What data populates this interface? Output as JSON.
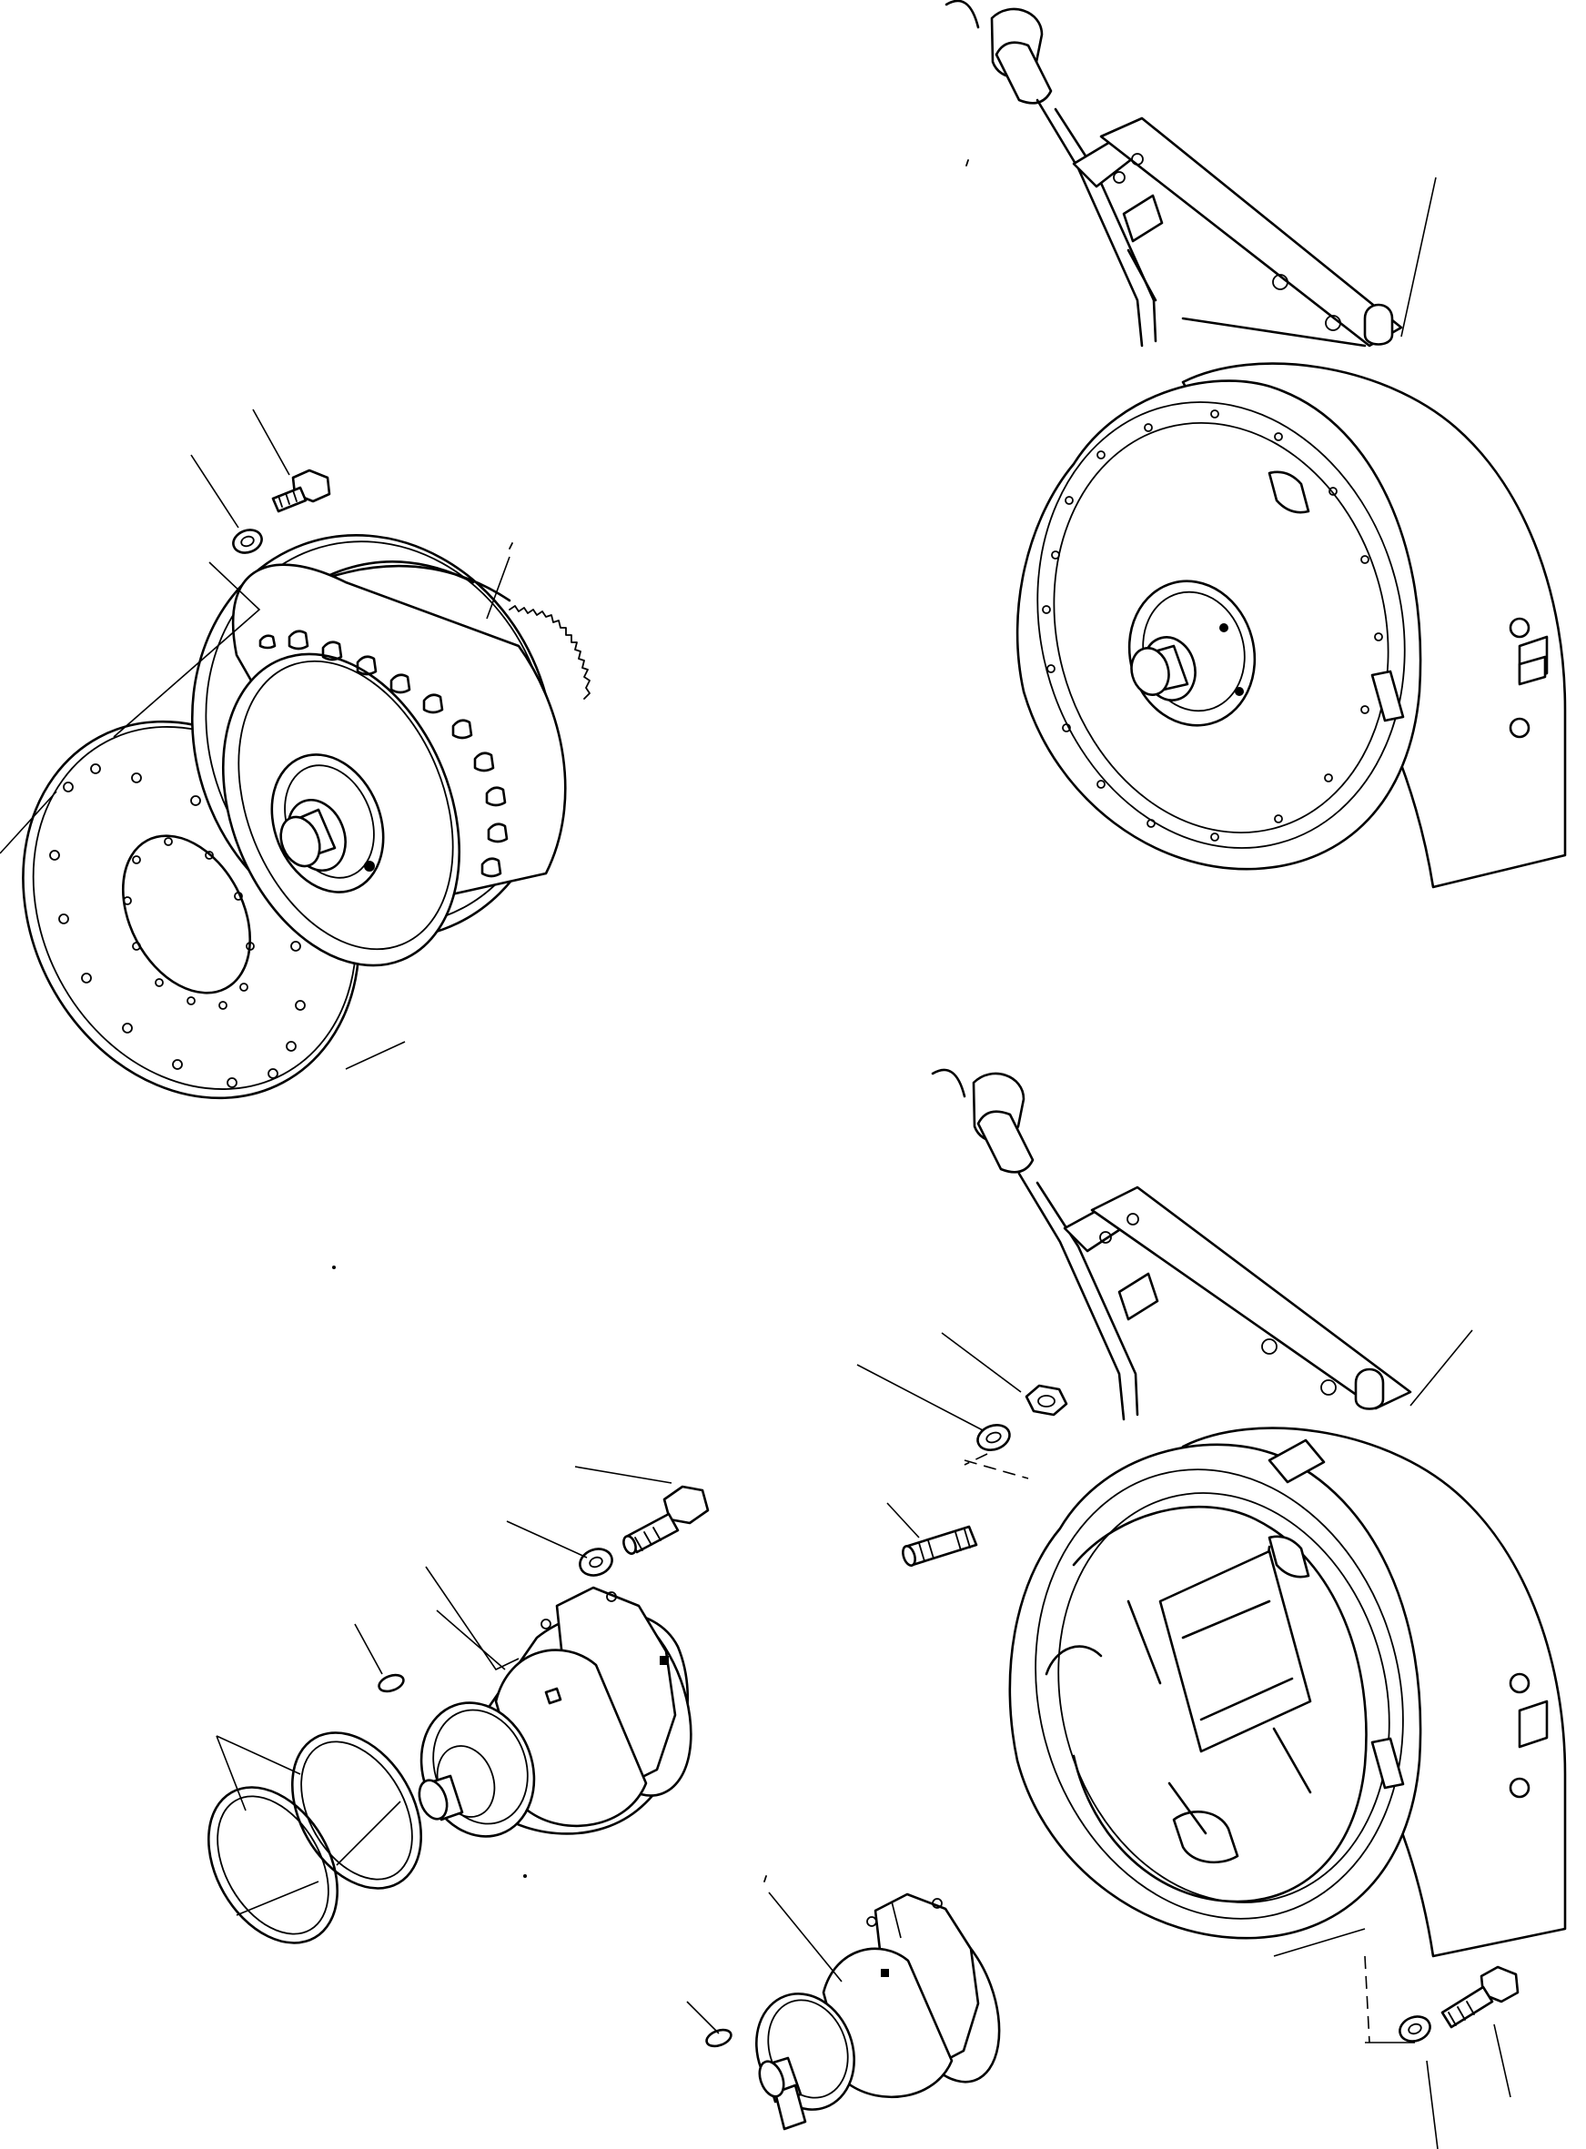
{
  "diagram": {
    "kind": "exploded parts illustration",
    "text_labels": [],
    "parts": [
      {
        "name": "torque-converter-assembly"
      },
      {
        "name": "drive-plate"
      },
      {
        "name": "flywheel-housing-assembled"
      },
      {
        "name": "flywheel-housing"
      },
      {
        "name": "pump-drive-upper"
      },
      {
        "name": "pump-drive-lower"
      },
      {
        "name": "o-ring-pair"
      },
      {
        "name": "key"
      },
      {
        "name": "stud"
      },
      {
        "name": "bolt"
      },
      {
        "name": "washer"
      },
      {
        "name": "nut"
      }
    ],
    "ink_color": "#000000",
    "background_color": "#ffffff"
  }
}
